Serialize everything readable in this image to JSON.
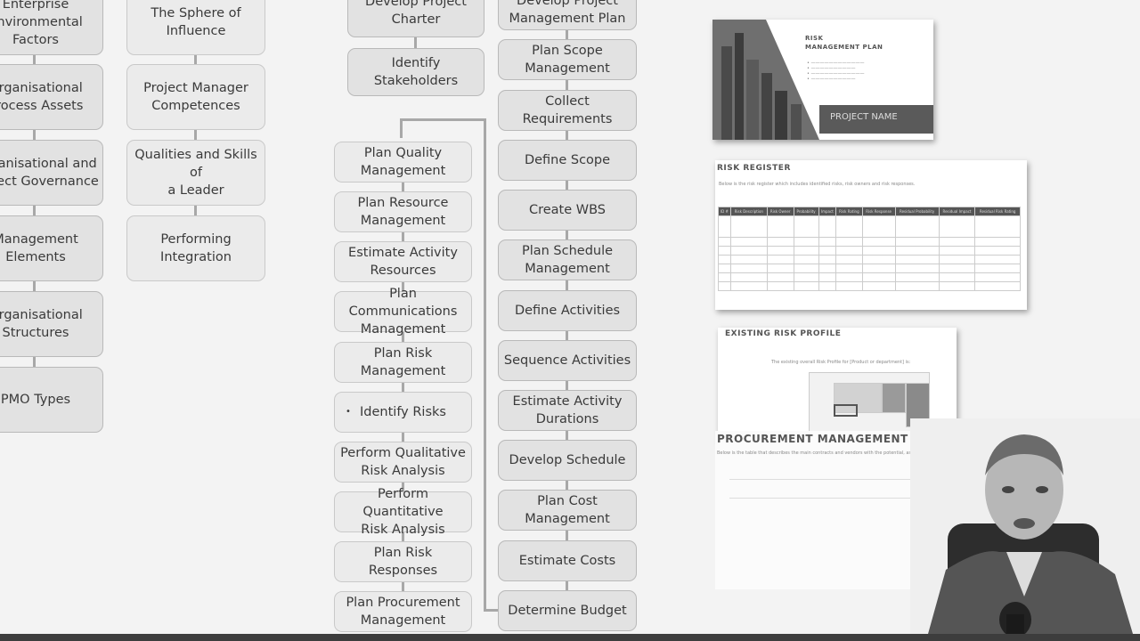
{
  "col1": [
    "Enterprise\nEnvironmental\nFactors",
    "Organisational\nProcess Assets",
    "Organisational and\nProject Governance",
    "Management\nElements",
    "Organisational\nStructures",
    "PMO Types"
  ],
  "col2": [
    "The Sphere of\nInfluence",
    "Project Manager\nCompetences",
    "Qualities and Skills of\na Leader",
    "Performing\nIntegration"
  ],
  "col3_top": [
    "Develop Project\nCharter",
    "Identify Stakeholders"
  ],
  "col3_planning": [
    "Plan Quality\nManagement",
    "Plan Resource\nManagement",
    "Estimate Activity\nResources",
    "Plan Communications\nManagement",
    "Plan Risk\nManagement",
    "Identify Risks",
    "Perform Qualitative\nRisk Analysis",
    "Perform Quantitative\nRisk Analysis",
    "Plan Risk Responses",
    "Plan Procurement\nManagement"
  ],
  "col4": [
    "Develop Project\nManagement Plan",
    "Plan Scope\nManagement",
    "Collect Requirements",
    "Define Scope",
    "Create WBS",
    "Plan Schedule\nManagement",
    "Define Activities",
    "Sequence Activities",
    "Estimate Activity\nDurations",
    "Develop Schedule",
    "Plan Cost\nManagement",
    "Estimate Costs",
    "Determine Budget"
  ],
  "docs": {
    "plan_title": "RISK\nMANAGEMENT PLAN",
    "project_name": "PROJECT NAME",
    "register_title": "RISK REGISTER",
    "register_intro": "Below is the risk register which includes identified risks, risk owners and risk responses.",
    "register_headers": [
      "ID #",
      "Risk Description",
      "Risk Owner",
      "Probability",
      "Impact",
      "Risk Rating",
      "Risk Response",
      "Residual Probability",
      "Residual Impact",
      "Residual Risk Rating"
    ],
    "profile_title": "EXISTING RISK PROFILE",
    "profile_intro": "The existing overall Risk Profile for [Product or department] is:",
    "procurement_title": "PROCUREMENT MANAGEMENT",
    "procurement_intro": "Below is the table that describes the main contracts and vendors with the potential, associated risks."
  }
}
